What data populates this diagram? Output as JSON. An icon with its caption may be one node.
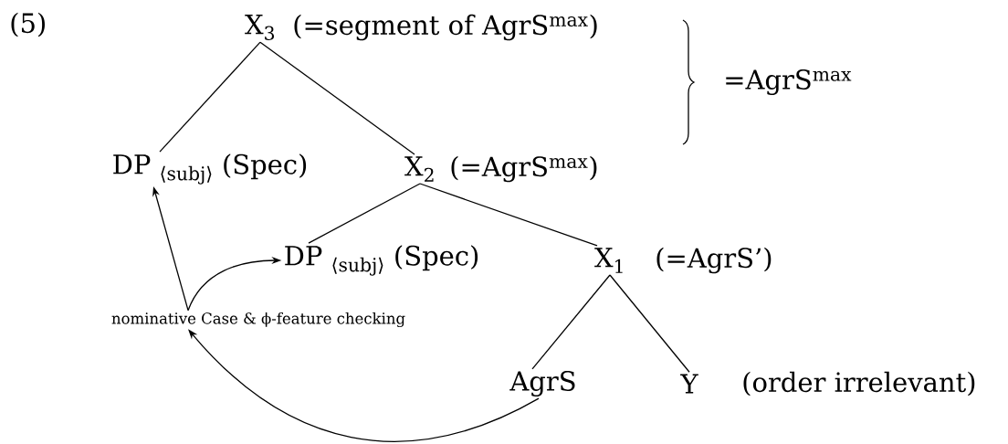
{
  "diagram": {
    "nodes": [
      {
        "text": [
          "X$_{3}$"
        ],
        "beside": [
          "(=segment of AgrS$^{max}$)"
        ]
      },
      {
        "text": [
          "DP $_{⟨subj⟩}$ (Spec)"
        ]
      },
      {
        "text": [
          "X$_{2}$"
        ],
        "beside": [
          "(=AgrS$^{max}$)"
        ]
      },
      {
        "text": [
          "DP $_{⟨subj⟩}$ (Spec)"
        ]
      },
      {
        "text": [
          "X$_{1}$"
        ],
        "beside": [
          "(=AgrS’)"
        ]
      },
      {
        "text": [
          "nominative Case & ϕ-feature checking"
        ]
      },
      {
        "text": [
          "AgrS"
        ]
      },
      {
        "text": [
          "Y"
        ],
        "beside": [
          "(order irrelevant)"
        ]
      }
    ],
    "edges": [
      {
        "from": 0,
        "to": 1,
        "arrow": "none"
      },
      {
        "from": 0,
        "to": 2,
        "arrow": "none"
      },
      {
        "from": 2,
        "to": 3,
        "arrow": "none"
      },
      {
        "from": 2,
        "to": 4,
        "arrow": "none"
      },
      {
        "from": 4,
        "to": 6,
        "arrow": "none"
      },
      {
        "from": 4,
        "to": 7,
        "arrow": "none"
      },
      {
        "from": 5,
        "to": 1,
        "arrow": "to"
      },
      {
        "from": 5,
        "to": 3,
        "arrow": "to"
      },
      {
        "from": 6,
        "to": 5,
        "arrow": "to"
      }
    ],
    "labels": [
      "(5)",
      "=AgrS$^{max}$"
    ]
  }
}
